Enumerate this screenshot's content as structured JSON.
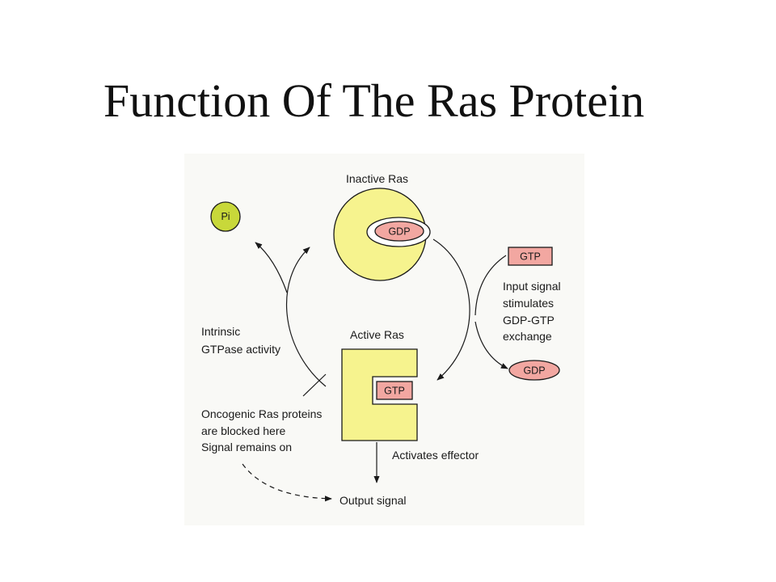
{
  "slide": {
    "title": "Function Of The Ras Protein"
  },
  "diagram": {
    "inactive_ras": {
      "label": "Inactive Ras",
      "bound_nucleotide": "GDP"
    },
    "active_ras": {
      "label": "Active Ras",
      "bound_nucleotide": "GTP"
    },
    "pi": {
      "label": "Pi"
    },
    "gtp_input": {
      "label": "GTP"
    },
    "gdp_released": {
      "label": "GDP"
    },
    "exchange_note": [
      "Input signal",
      "stimulates",
      "GDP-GTP",
      "exchange"
    ],
    "gtpase_note": [
      "Intrinsic",
      "GTPase activity"
    ],
    "oncogenic_note": [
      "Oncogenic Ras proteins",
      "are blocked here",
      "Signal remains on"
    ],
    "effector_label": "Activates effector",
    "output_label": "Output signal"
  },
  "colors": {
    "panel_bg": "#f9f9f6",
    "ras_fill": "#f6f38e",
    "nucleotide_fill": "#f2a7a1",
    "pi_fill": "#c8d83a",
    "pocket_fill": "#ffffff"
  }
}
